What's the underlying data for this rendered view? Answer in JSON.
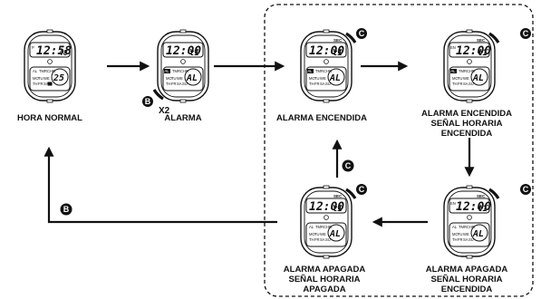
{
  "button_c": "C",
  "button_b": "B",
  "press_twice": "X2",
  "labels": {
    "normal": "HORA NORMAL",
    "alarm": "ALARMA",
    "alarm_on": "ALARMA ENCENDIDA",
    "alarm_on_chime_on_1": "ALARMA ENCENDIDA",
    "alarm_on_chime_on_2": "SEÑAL HORARIA",
    "alarm_on_chime_on_3": "ENCENDIDA",
    "alarm_off_chime_on_1": "ALARMA APAGADA",
    "alarm_off_chime_on_2": "SEÑAL HORARIA",
    "alarm_off_chime_on_3": "ENCENDIDA",
    "alarm_off_chime_off_1": "ALARMA APAGADA",
    "alarm_off_chime_off_2": "SEÑAL HORARIA",
    "alarm_off_chime_off_3": "APAGADA"
  },
  "displays": {
    "normal_time": "12:58",
    "normal_seconds": "48",
    "normal_pm": "P",
    "normal_date": "25",
    "alarm_time": "12:00",
    "alarm_number": "t1",
    "alarm_indicator": "AL",
    "sec_label": "SEC",
    "alarm_on_mark": "AL",
    "signal_on_mark": "EN"
  },
  "modes": {
    "al": "AL",
    "tmr": "TMR",
    "chr": "CHR"
  },
  "days": {
    "mo": "MO",
    "tu": "TU",
    "we": "WE",
    "th": "TH",
    "fr": "FR",
    "sa": "SA",
    "su": "SU"
  }
}
